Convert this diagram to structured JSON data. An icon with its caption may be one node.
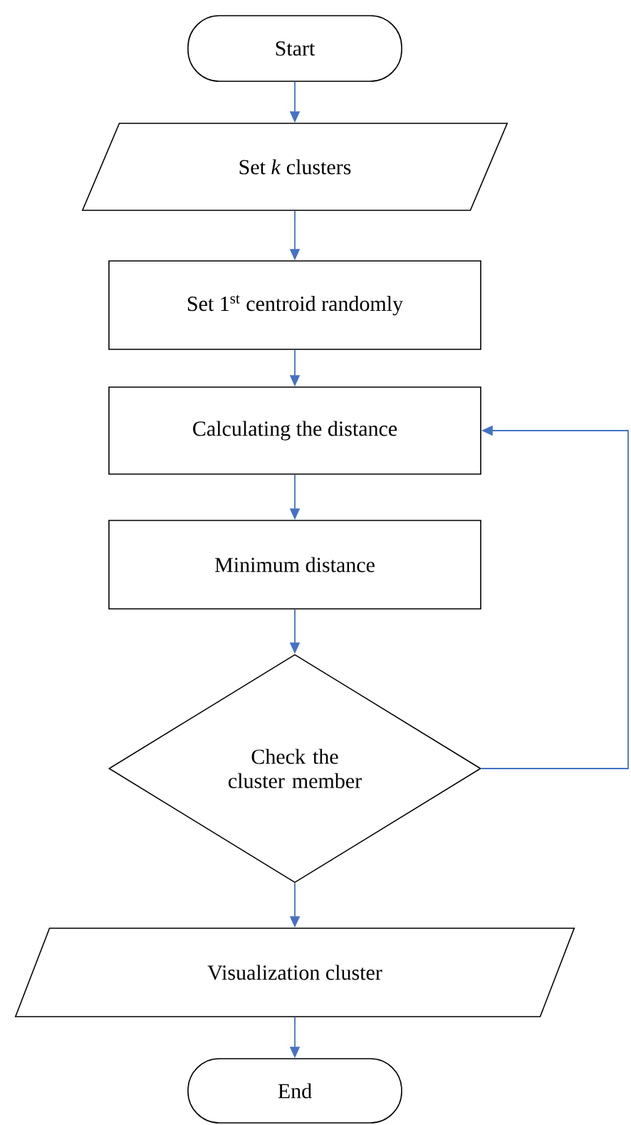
{
  "diagram": {
    "nodes": [
      {
        "text": [
          "Start"
        ]
      },
      {
        "text": [
          "Set *k* clusters"
        ]
      },
      {
        "text": [
          "Set 1$^{st}$ centroid randomly"
        ]
      },
      {
        "text": [
          "Calculating the distance"
        ]
      },
      {
        "text": [
          "Minimum distance"
        ]
      },
      {
        "text": [
          "Check the cluster member"
        ]
      },
      {
        "text": [
          "Visualization cluster"
        ]
      },
      {
        "text": [
          "End"
        ]
      }
    ],
    "edges": [
      {
        "from": 0,
        "to": 1,
        "arrow": "to"
      },
      {
        "from": 1,
        "to": 2,
        "arrow": "to"
      },
      {
        "from": 2,
        "to": 3,
        "arrow": "to"
      },
      {
        "from": 3,
        "to": 4,
        "arrow": "to"
      },
      {
        "from": 4,
        "to": 5,
        "arrow": "to"
      },
      {
        "from": 5,
        "to": 6,
        "arrow": "to"
      },
      {
        "from": 6,
        "to": 7,
        "arrow": "to"
      },
      {
        "from": 5,
        "to": 3,
        "arrow": "to"
      }
    ]
  }
}
